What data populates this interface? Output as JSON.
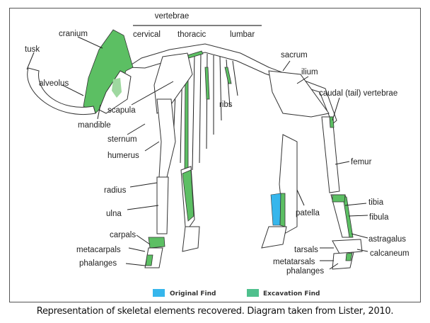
{
  "labels": {
    "vertebrae": "vertebrae",
    "cervical": "cervical",
    "thoracic": "thoracic",
    "lumbar": "lumbar",
    "cranium": "cranium",
    "tusk": "tusk",
    "alveolus": "alveolus",
    "mandible": "mandible",
    "scapula": "scapula",
    "sternum": "sternum",
    "humerus": "humerus",
    "ribs": "ribs",
    "sacrum": "sacrum",
    "ilium": "ilium",
    "caudal": "caudal (tail) vertebrae",
    "femur": "femur",
    "radius": "radius",
    "ulna": "ulna",
    "carpals": "carpals",
    "metacarpals": "metacarpals",
    "phalanges_front": "phalanges",
    "patella": "patella",
    "tibia": "tibia",
    "fibula": "fibula",
    "astragalus": "astragalus",
    "tarsals": "tarsals",
    "calcaneum": "calcaneum",
    "metatarsals": "metatarsals",
    "phalanges_hind": "phalanges"
  },
  "legend": [
    {
      "label": "Original Find",
      "color": "#36b6ec"
    },
    {
      "label": "Excavation Find",
      "color": "#4fc08d"
    }
  ],
  "caption": "Representation of skeletal elements recovered.  Diagram taken from Lister, 2010."
}
